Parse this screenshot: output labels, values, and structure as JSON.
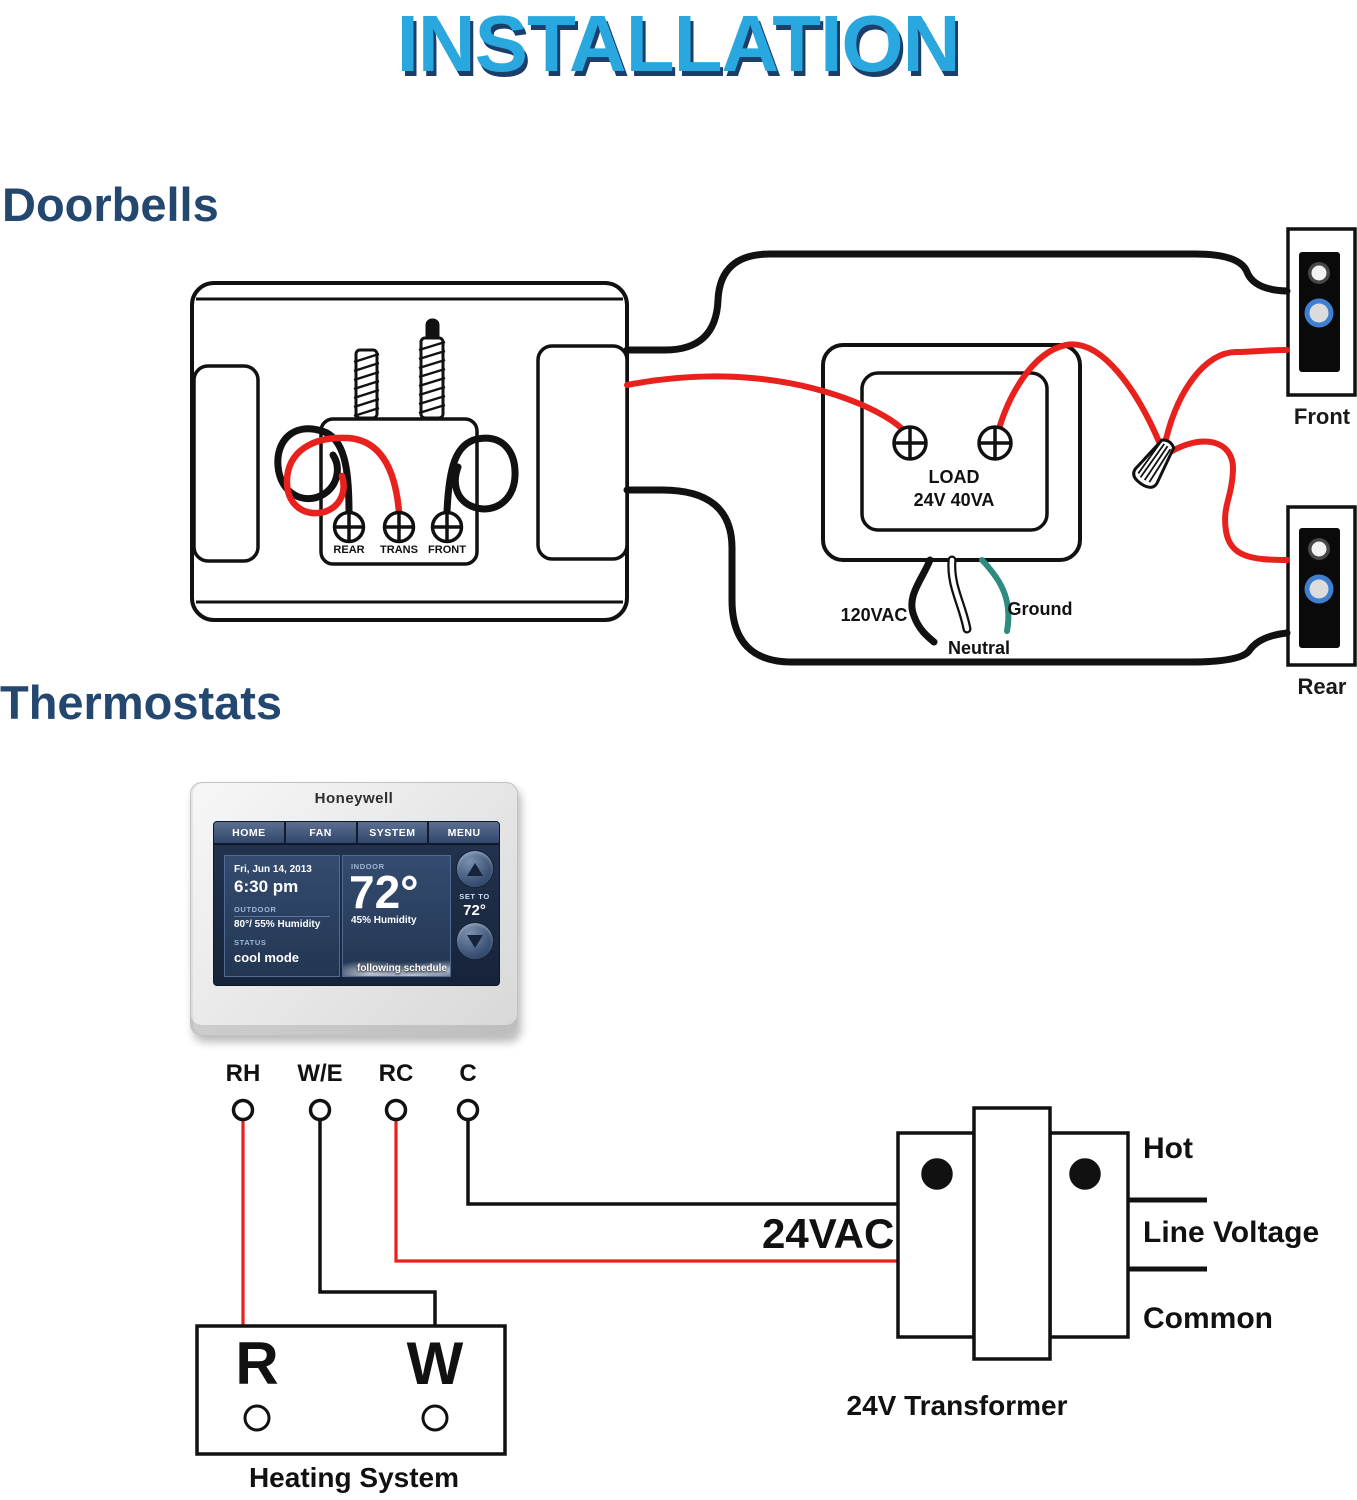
{
  "page": {
    "title": "INSTALLATION"
  },
  "colors": {
    "title_blue": "#29a8e0",
    "title_shadow": "#1c3e6b",
    "heading_navy": "#24476f",
    "wire_red": "#e8211c",
    "wire_black": "#111111",
    "ground_teal": "#2e8b80",
    "doorbell_ring_blue": "#3f7fd2"
  },
  "doorbells": {
    "heading": "Doorbells",
    "chime_terminals": [
      "REAR",
      "TRANS",
      "FRONT"
    ],
    "transformer": {
      "load_line1": "LOAD",
      "load_line2": "24V 40VA",
      "supply": "120VAC",
      "neutral": "Neutral",
      "ground": "Ground"
    },
    "front_label": "Front",
    "rear_label": "Rear"
  },
  "thermostats": {
    "heading": "Thermostats",
    "device": {
      "brand": "Honeywell",
      "tabs": [
        "HOME",
        "FAN",
        "SYSTEM",
        "MENU"
      ],
      "date": "Fri, Jun 14, 2013",
      "time": "6:30 pm",
      "outdoor_label": "OUTDOOR",
      "outdoor_value": "80°/ 55% Humidity",
      "status_label": "STATUS",
      "status_value": "cool mode",
      "indoor_label": "INDOOR",
      "indoor_temp": "72°",
      "indoor_humidity": "45% Humidity",
      "schedule_status": "following schedule",
      "set_to_label": "SET TO",
      "set_to_value": "72°"
    },
    "terminals": [
      "RH",
      "W/E",
      "RC",
      "C"
    ],
    "voltage_label": "24VAC",
    "transformer": {
      "hot": "Hot",
      "line_voltage": "Line Voltage",
      "common": "Common",
      "caption": "24V Transformer"
    },
    "heating_system": {
      "terminal_r": "R",
      "terminal_w": "W",
      "caption": "Heating System"
    }
  }
}
